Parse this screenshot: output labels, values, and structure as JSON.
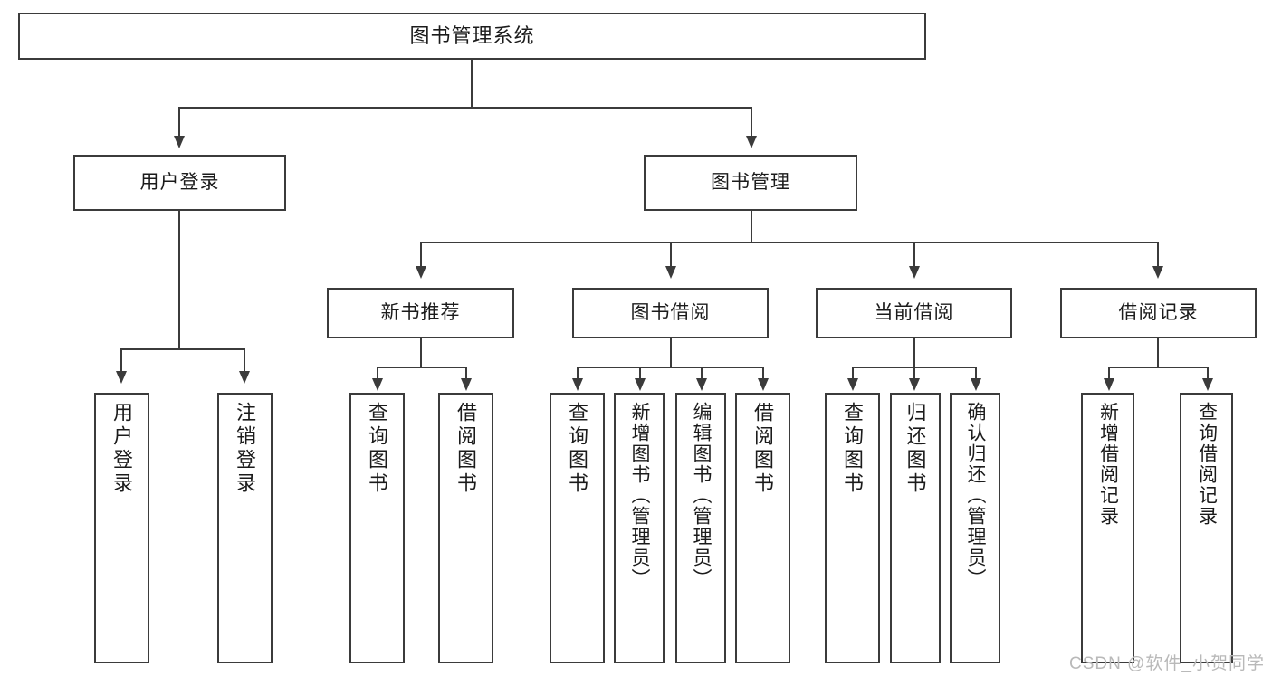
{
  "diagram": {
    "title": "图书管理系统",
    "type": "tree",
    "watermark": "CSDN @软件_小贺同学",
    "colors": {
      "box_border": "#3b3b3b",
      "box_fill": "#ffffff",
      "connector": "#3b3b3b",
      "text": "#1b1b1b",
      "watermark": "#b9b9b9",
      "background": "#ffffff"
    },
    "levels": {
      "root": {
        "label": "图书管理系统"
      },
      "level2": [
        {
          "label": "用户登录"
        },
        {
          "label": "图书管理"
        }
      ],
      "level3": [
        {
          "label": "新书推荐"
        },
        {
          "label": "图书借阅"
        },
        {
          "label": "当前借阅"
        },
        {
          "label": "借阅记录"
        }
      ],
      "level4": [
        {
          "label": "用户登录",
          "parent": "用户登录"
        },
        {
          "label": "注销登录",
          "parent": "用户登录"
        },
        {
          "label": "查询图书",
          "parent": "新书推荐"
        },
        {
          "label": "借阅图书",
          "parent": "新书推荐"
        },
        {
          "label": "查询图书",
          "parent": "图书借阅"
        },
        {
          "label": "新增图书（管理员）",
          "parent": "图书借阅"
        },
        {
          "label": "编辑图书（管理员）",
          "parent": "图书借阅"
        },
        {
          "label": "借阅图书",
          "parent": "图书借阅"
        },
        {
          "label": "查询图书",
          "parent": "当前借阅"
        },
        {
          "label": "归还图书",
          "parent": "当前借阅"
        },
        {
          "label": "确认归还（管理员）",
          "parent": "当前借阅"
        },
        {
          "label": "新增借阅记录",
          "parent": "借阅记录"
        },
        {
          "label": "查询借阅记录",
          "parent": "借阅记录"
        }
      ]
    }
  }
}
